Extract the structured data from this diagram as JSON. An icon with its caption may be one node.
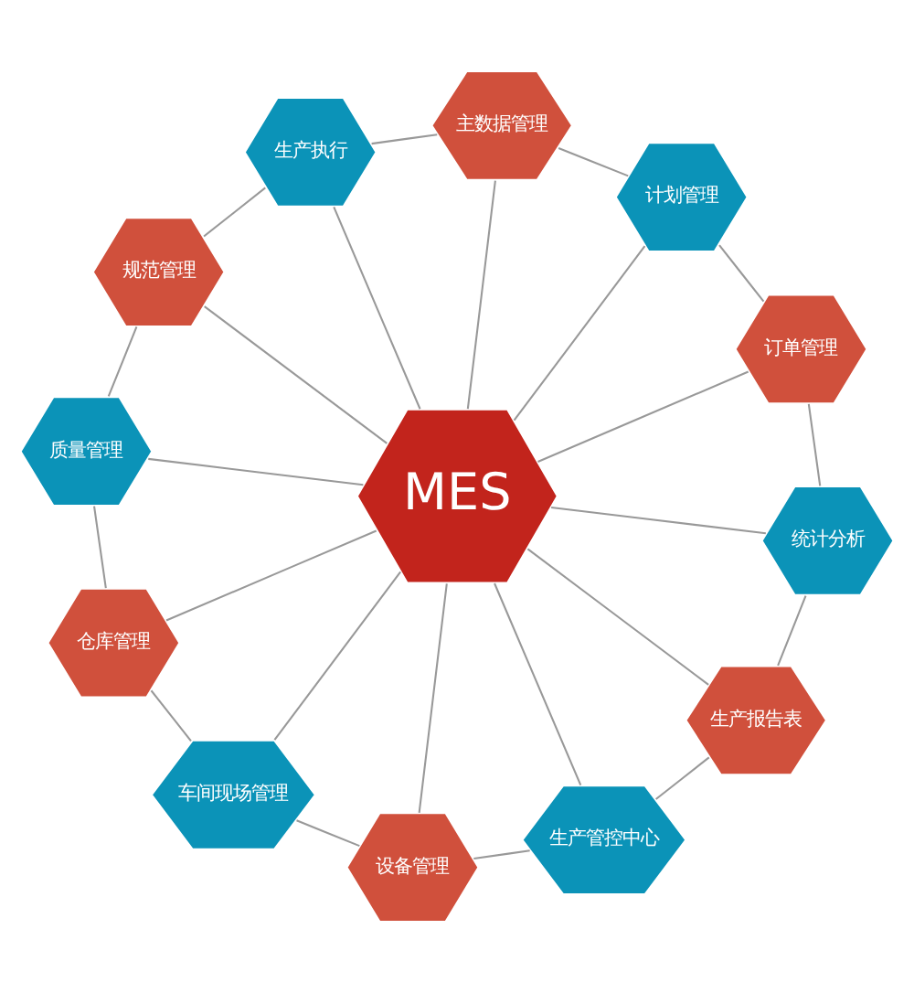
{
  "diagram": {
    "nodes": [
      {
        "text": [
          "MES"
        ]
      },
      {
        "text": [
          "计划管理"
        ]
      },
      {
        "text": [
          "主数据管理"
        ]
      },
      {
        "text": [
          "生产执行"
        ]
      },
      {
        "text": [
          "规范管理"
        ]
      },
      {
        "text": [
          "质量管理"
        ]
      },
      {
        "text": [
          "仓库管理"
        ]
      },
      {
        "text": [
          "车间现场管理"
        ]
      },
      {
        "text": [
          "设备管理"
        ]
      },
      {
        "text": [
          "生产管控中心"
        ]
      },
      {
        "text": [
          "生产报告表"
        ]
      },
      {
        "text": [
          "统计分析"
        ]
      },
      {
        "text": [
          "订单管理"
        ]
      }
    ],
    "edges": [
      {
        "from": 0,
        "to": 1,
        "arrow": "none"
      },
      {
        "from": 0,
        "to": 2,
        "arrow": "none"
      },
      {
        "from": 0,
        "to": 3,
        "arrow": "none"
      },
      {
        "from": 0,
        "to": 4,
        "arrow": "none"
      },
      {
        "from": 0,
        "to": 5,
        "arrow": "none"
      },
      {
        "from": 0,
        "to": 6,
        "arrow": "none"
      },
      {
        "from": 0,
        "to": 7,
        "arrow": "none"
      },
      {
        "from": 0,
        "to": 8,
        "arrow": "none"
      },
      {
        "from": 0,
        "to": 9,
        "arrow": "none"
      },
      {
        "from": 0,
        "to": 10,
        "arrow": "none"
      },
      {
        "from": 0,
        "to": 11,
        "arrow": "none"
      },
      {
        "from": 0,
        "to": 12,
        "arrow": "none"
      },
      {
        "from": 1,
        "to": 2,
        "arrow": "none"
      },
      {
        "from": 2,
        "to": 3,
        "arrow": "none"
      },
      {
        "from": 3,
        "to": 4,
        "arrow": "none"
      },
      {
        "from": 4,
        "to": 5,
        "arrow": "none"
      },
      {
        "from": 5,
        "to": 6,
        "arrow": "none"
      },
      {
        "from": 6,
        "to": 7,
        "arrow": "none"
      },
      {
        "from": 7,
        "to": 8,
        "arrow": "none"
      },
      {
        "from": 8,
        "to": 9,
        "arrow": "none"
      },
      {
        "from": 9,
        "to": 10,
        "arrow": "none"
      },
      {
        "from": 10,
        "to": 11,
        "arrow": "none"
      },
      {
        "from": 11,
        "to": 12,
        "arrow": "none"
      },
      {
        "from": 12,
        "to": 1,
        "arrow": "none"
      }
    ]
  }
}
